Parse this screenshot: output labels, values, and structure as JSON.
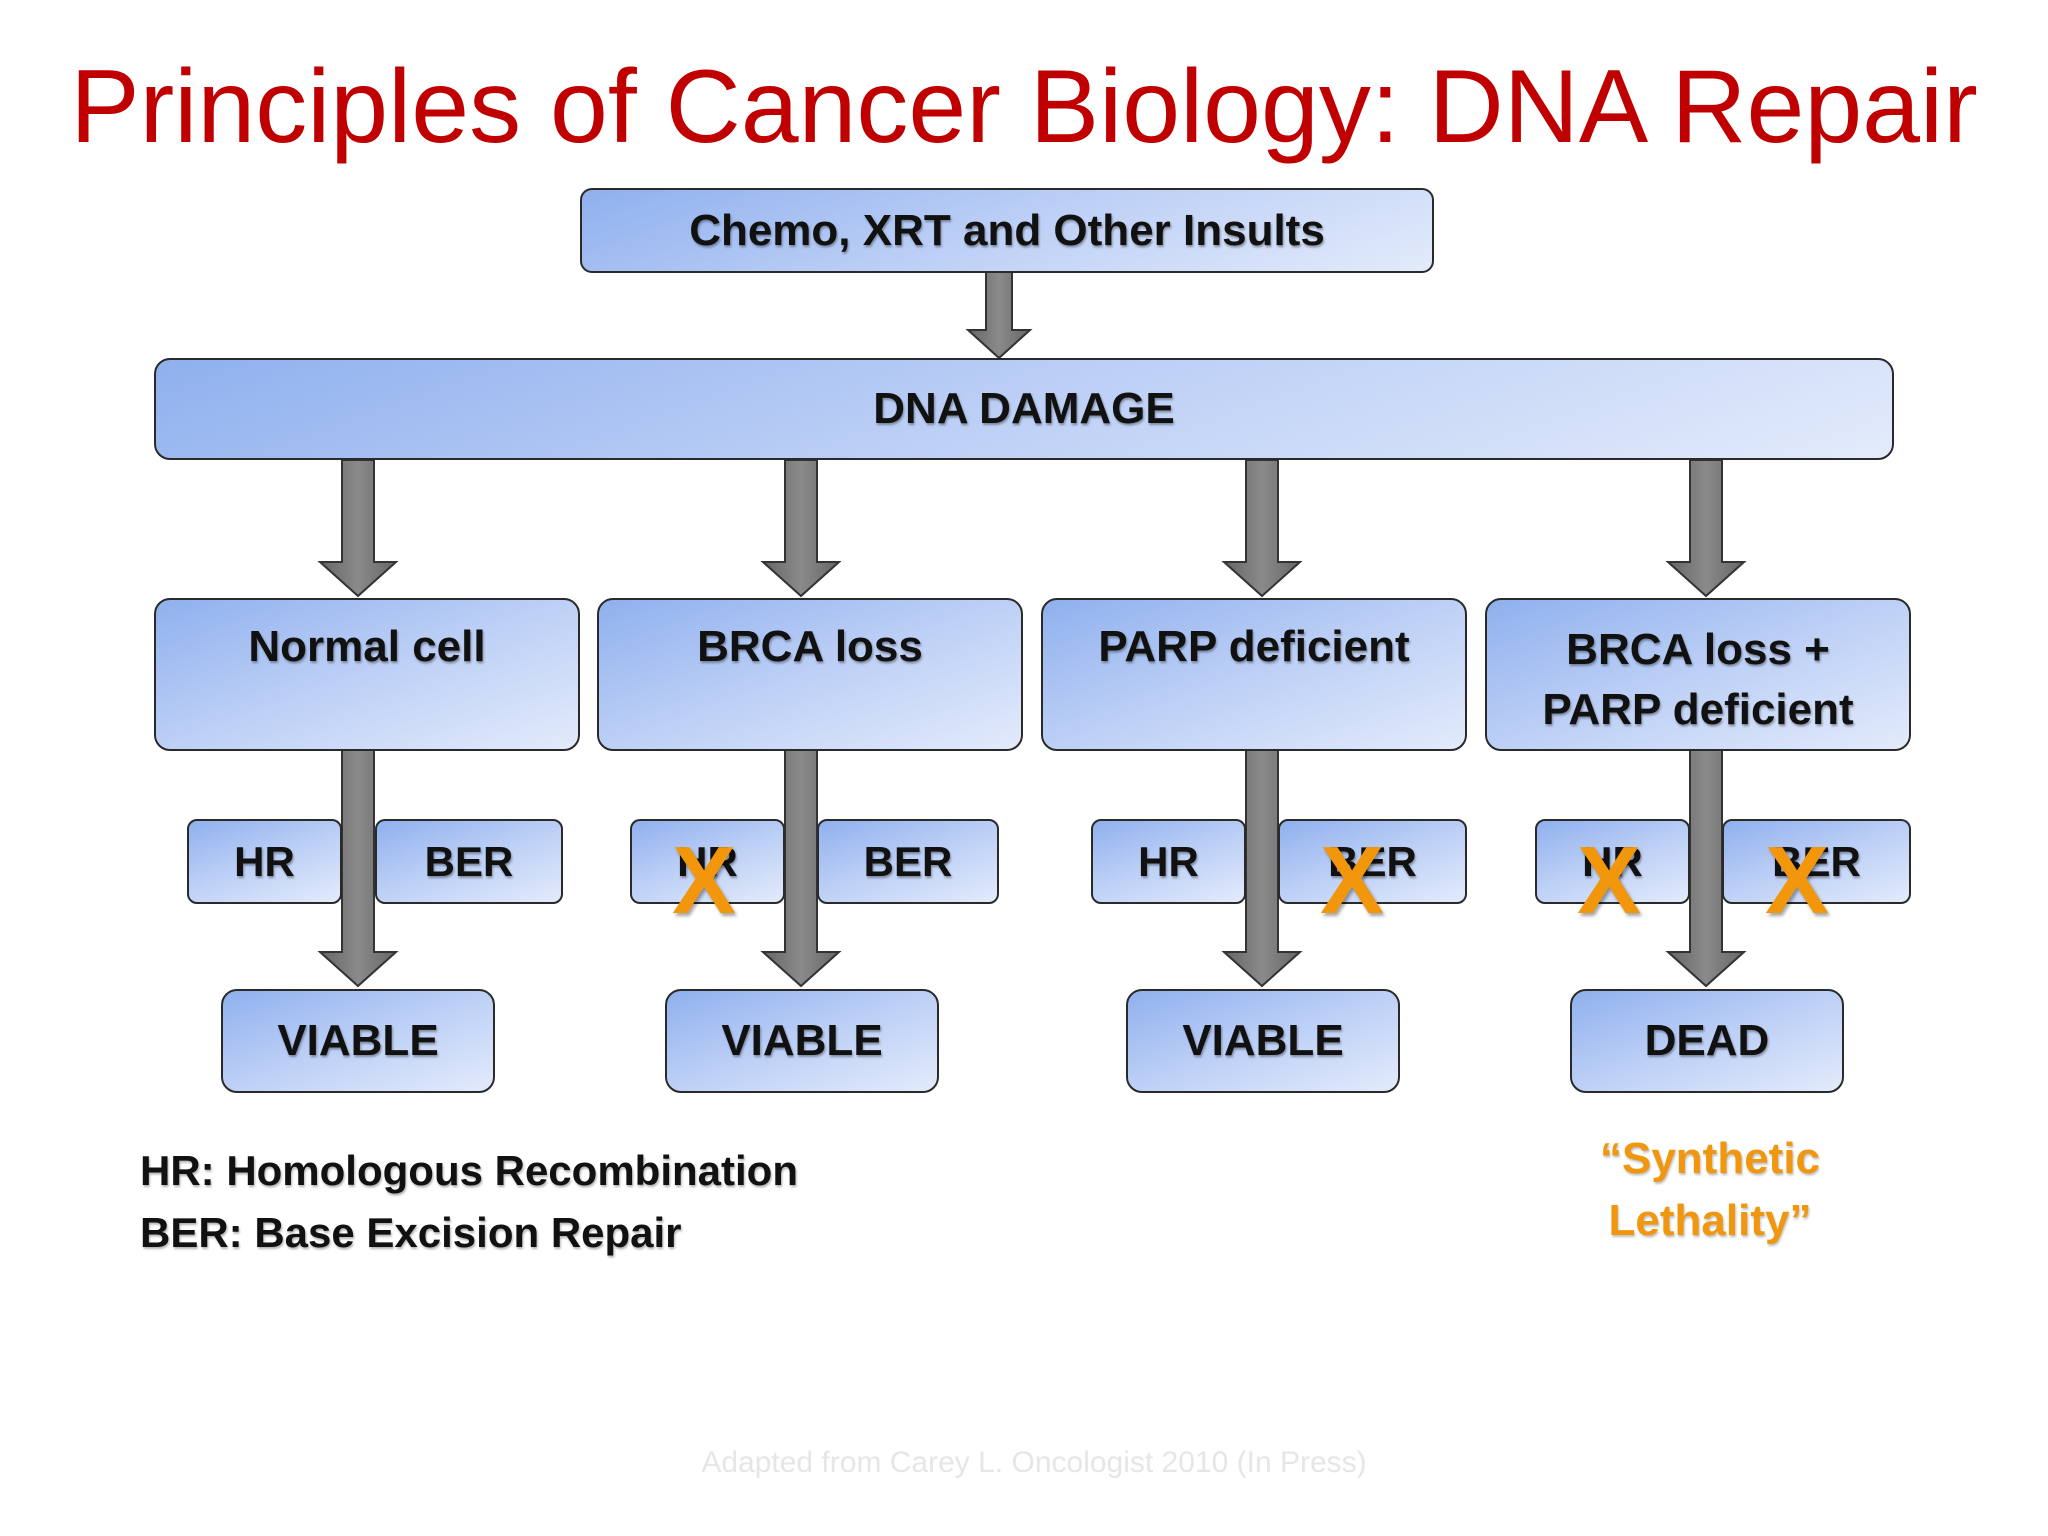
{
  "title": "Principles of Cancer Biology: DNA Repair",
  "source_box": "Chemo, XRT and Other Insults",
  "damage_box": "DNA DAMAGE",
  "columns": [
    {
      "cell": "Normal cell",
      "hr": "HR",
      "ber": "BER",
      "outcome": "VIABLE",
      "hr_blocked": false,
      "ber_blocked": false
    },
    {
      "cell": "BRCA loss",
      "hr": "HR",
      "ber": "BER",
      "outcome": "VIABLE",
      "hr_blocked": true,
      "ber_blocked": false
    },
    {
      "cell": "PARP deficient",
      "hr": "HR",
      "ber": "BER",
      "outcome": "VIABLE",
      "hr_blocked": false,
      "ber_blocked": true
    },
    {
      "cell": "BRCA loss + PARP deficient",
      "hr": "HR",
      "ber": "BER",
      "outcome": "DEAD",
      "hr_blocked": true,
      "ber_blocked": true
    }
  ],
  "blocked_mark": "X",
  "legend": {
    "hr": "HR: Homologous Recombination",
    "ber": "BER: Base Excision Repair"
  },
  "synthetic_lethality": {
    "line1": "“Synthetic",
    "line2": "Lethality”"
  },
  "credit": "Adapted from Carey L. Oncologist 2010 (In Press)",
  "colors": {
    "title": "#c00000",
    "box_gradient_start": "#8fb0ee",
    "box_gradient_end": "#e3ebfb",
    "arrow_fill": "#7a7a7a",
    "blocked_mark": "#f2960c",
    "synthetic_lethality": "#f0960f"
  }
}
